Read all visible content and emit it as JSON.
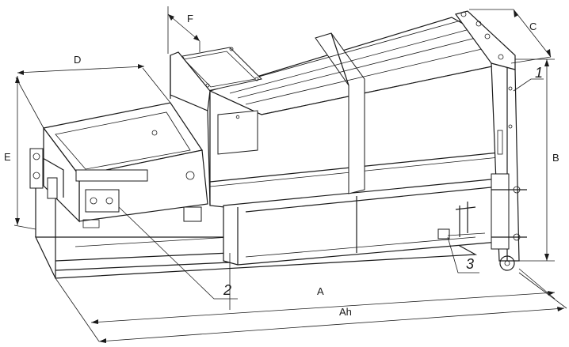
{
  "dimensions": {
    "A": "A",
    "Ah": "Ah",
    "B": "B",
    "C": "C",
    "D": "D",
    "E": "E",
    "F": "F"
  },
  "callouts": {
    "one": "1",
    "two": "2",
    "three": "3"
  },
  "colors": {
    "ink": "#1a1a1a",
    "paper": "#ffffff"
  }
}
